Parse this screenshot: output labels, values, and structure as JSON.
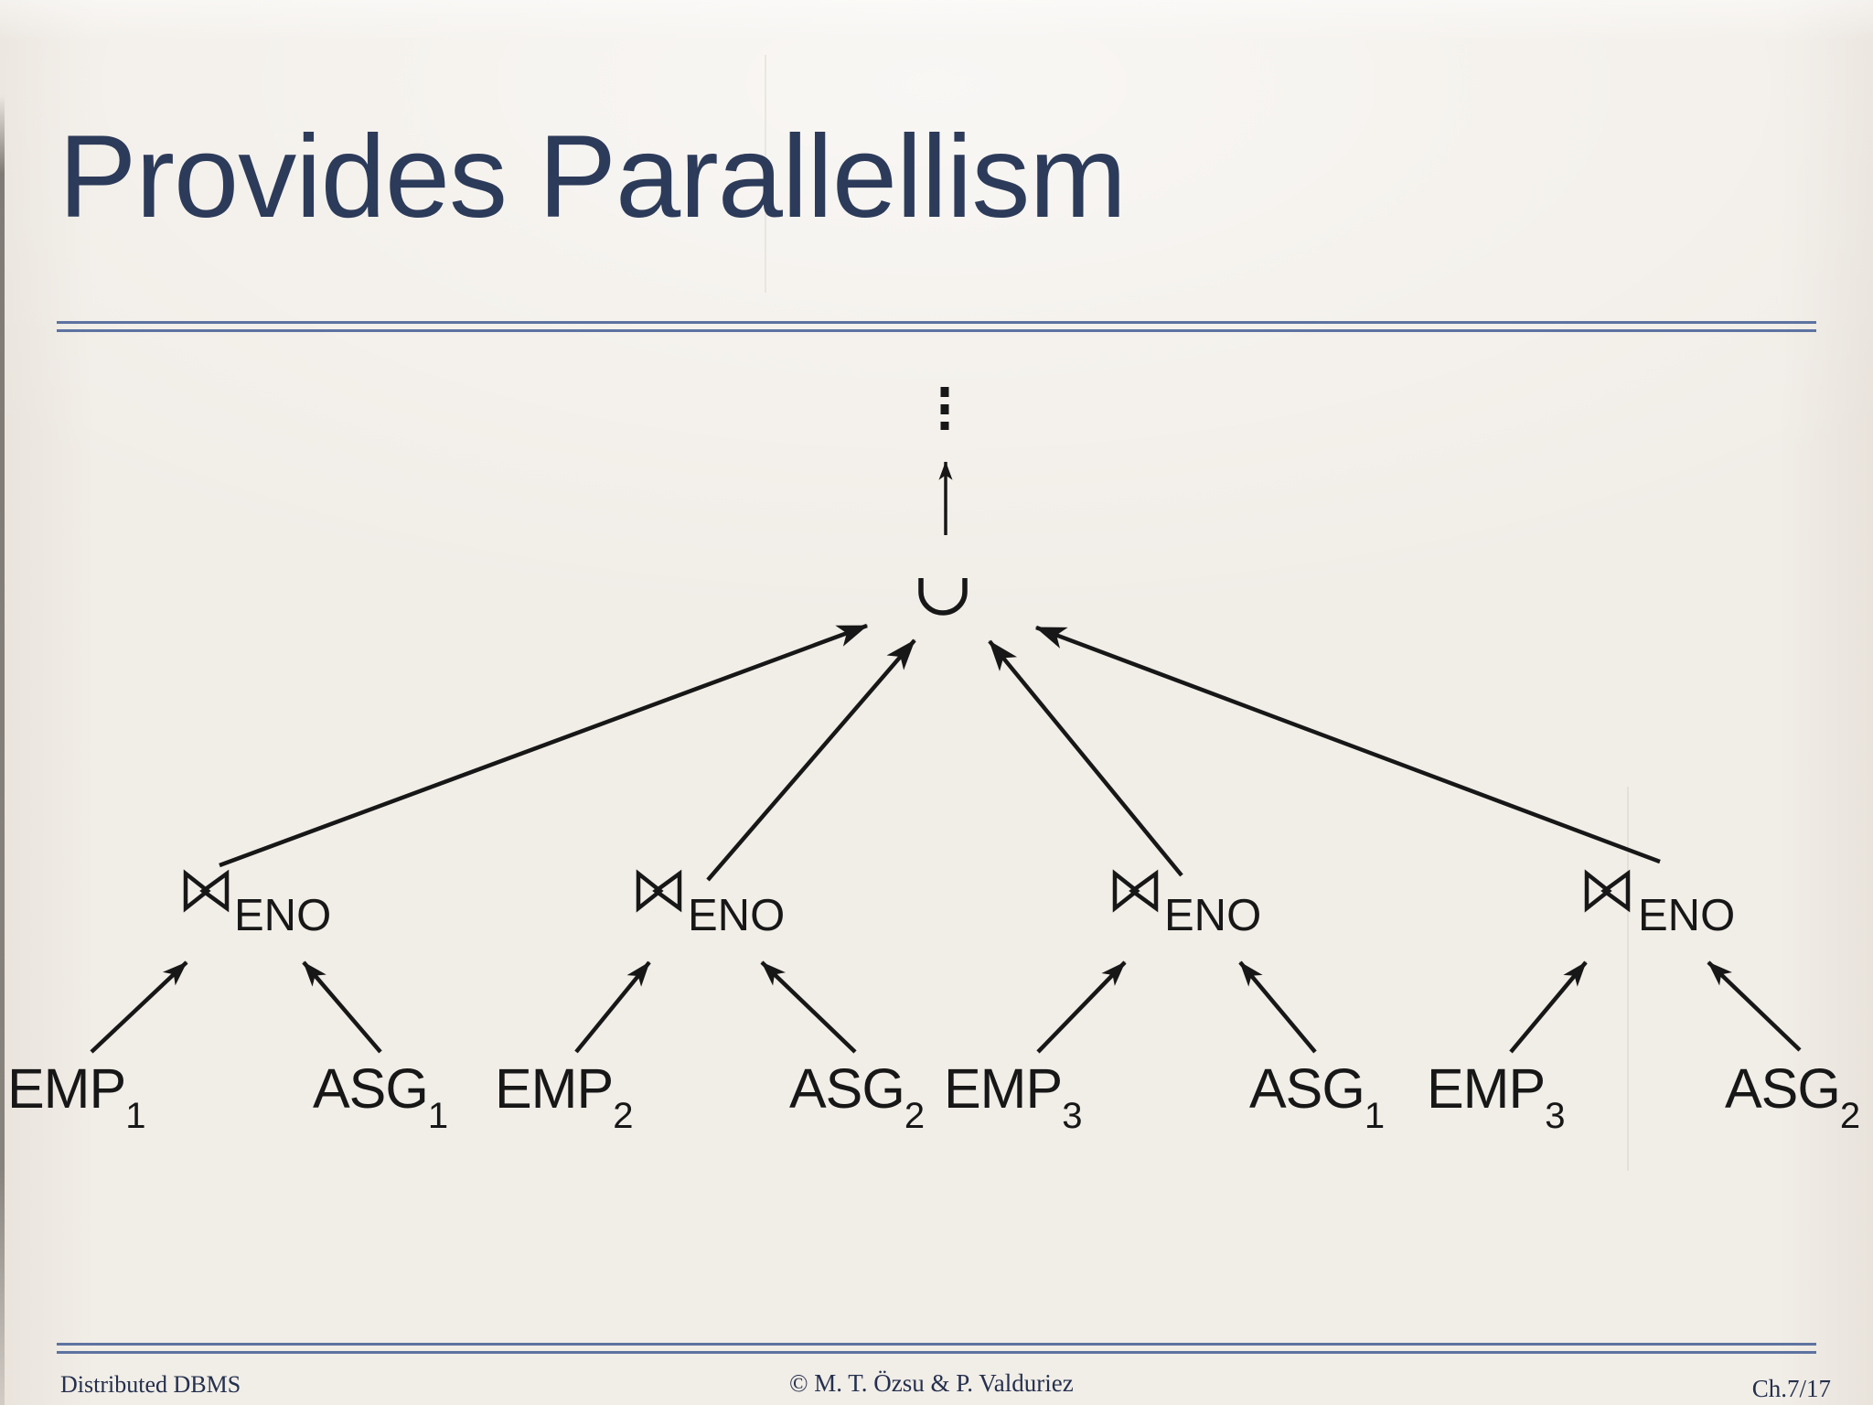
{
  "slide": {
    "title": "Provides Parallellism"
  },
  "diagram": {
    "continuation_dots_symbol": "⋮",
    "union_symbol": "∪",
    "join_symbol": "⋈",
    "joins": [
      {
        "operator": "⋈",
        "attribute": "ENO"
      },
      {
        "operator": "⋈",
        "attribute": "ENO"
      },
      {
        "operator": "⋈",
        "attribute": "ENO"
      },
      {
        "operator": "⋈",
        "attribute": "ENO"
      }
    ],
    "leaves": [
      {
        "name": "EMP",
        "sub": "1"
      },
      {
        "name": "ASG",
        "sub": "1"
      },
      {
        "name": "EMP",
        "sub": "2"
      },
      {
        "name": "ASG",
        "sub": "2"
      },
      {
        "name": "EMP",
        "sub": "3"
      },
      {
        "name": "ASG",
        "sub": "1"
      },
      {
        "name": "EMP",
        "sub": "3"
      },
      {
        "name": "ASG",
        "sub": "2"
      }
    ]
  },
  "footer": {
    "left": "Distributed DBMS",
    "center": "© M. T. Özsu & P. Valduriez",
    "right": "Ch.7/17"
  },
  "colors": {
    "title": "#2d3b5a",
    "rule": "#5d73a1",
    "ink": "#171717",
    "background": "#f1ede7",
    "footer_text": "#24304e"
  }
}
